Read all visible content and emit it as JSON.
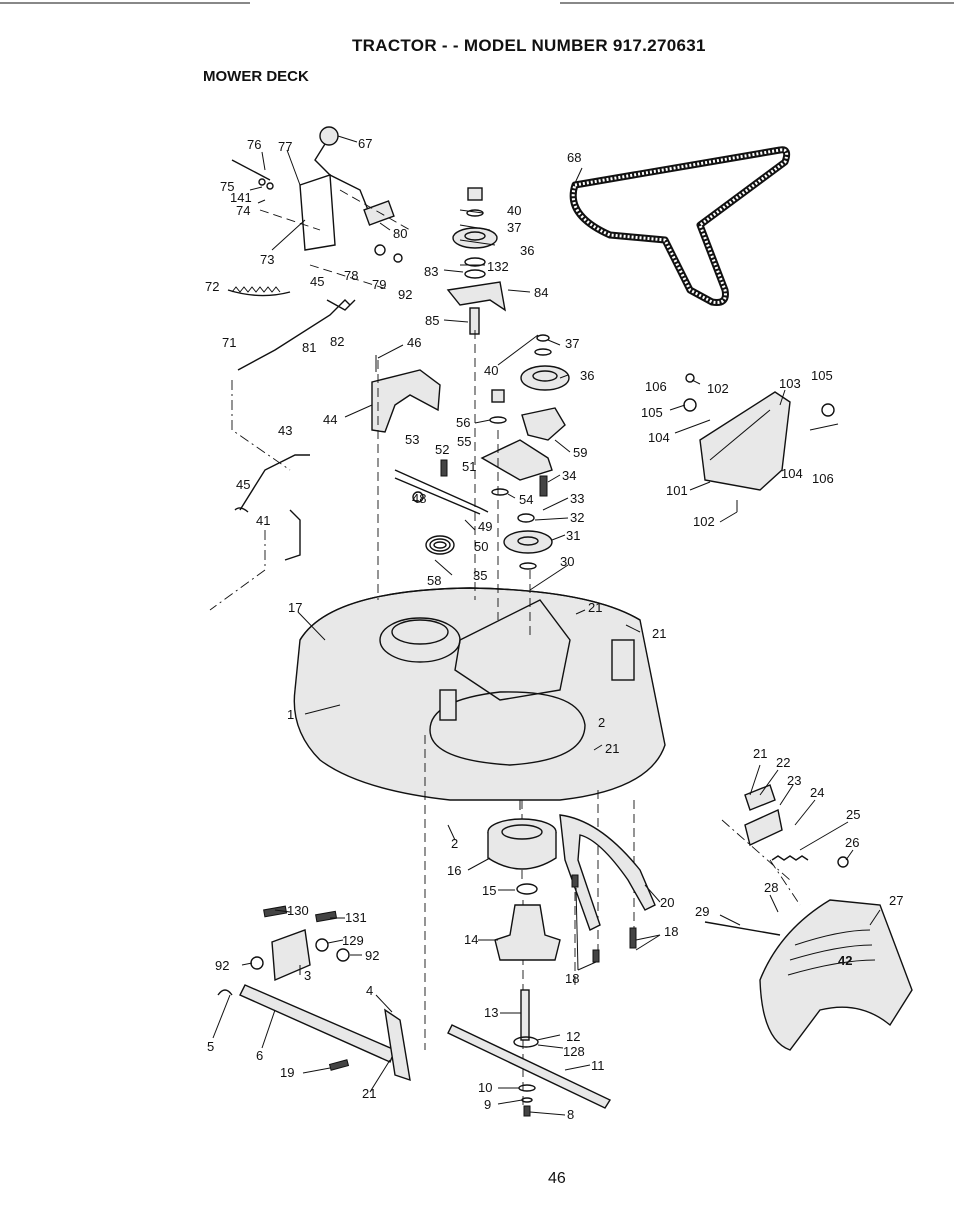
{
  "header": {
    "title": "TRACTOR - - MODEL NUMBER 917.270631",
    "section": "MOWER DECK"
  },
  "footer": {
    "page_number": "46"
  },
  "callouts": [
    {
      "id": "c76",
      "text": "76"
    },
    {
      "id": "c77",
      "text": "77"
    },
    {
      "id": "c67",
      "text": "67"
    },
    {
      "id": "c75",
      "text": "75"
    },
    {
      "id": "c141",
      "text": "141"
    },
    {
      "id": "c74",
      "text": "74"
    },
    {
      "id": "c73",
      "text": "73"
    },
    {
      "id": "c80",
      "text": "80"
    },
    {
      "id": "c78",
      "text": "78"
    },
    {
      "id": "c79",
      "text": "79"
    },
    {
      "id": "c92a",
      "text": "92"
    },
    {
      "id": "c72",
      "text": "72"
    },
    {
      "id": "c45a",
      "text": "45"
    },
    {
      "id": "c71",
      "text": "71"
    },
    {
      "id": "c81",
      "text": "81"
    },
    {
      "id": "c82",
      "text": "82"
    },
    {
      "id": "c40a",
      "text": "40"
    },
    {
      "id": "c37a",
      "text": "37"
    },
    {
      "id": "c36a",
      "text": "36"
    },
    {
      "id": "c83",
      "text": "83"
    },
    {
      "id": "c132",
      "text": "132"
    },
    {
      "id": "c84",
      "text": "84"
    },
    {
      "id": "c85",
      "text": "85"
    },
    {
      "id": "c68",
      "text": "68"
    },
    {
      "id": "c46",
      "text": "46"
    },
    {
      "id": "c44",
      "text": "44"
    },
    {
      "id": "c37b",
      "text": "37"
    },
    {
      "id": "c40b",
      "text": "40"
    },
    {
      "id": "c36b",
      "text": "36"
    },
    {
      "id": "c56",
      "text": "56"
    },
    {
      "id": "c59",
      "text": "59"
    },
    {
      "id": "c43",
      "text": "43"
    },
    {
      "id": "c53",
      "text": "53"
    },
    {
      "id": "c52",
      "text": "52"
    },
    {
      "id": "c55",
      "text": "55"
    },
    {
      "id": "c51",
      "text": "51"
    },
    {
      "id": "c34",
      "text": "34"
    },
    {
      "id": "c54",
      "text": "54"
    },
    {
      "id": "c33",
      "text": "33"
    },
    {
      "id": "c45b",
      "text": "45"
    },
    {
      "id": "c48",
      "text": "48"
    },
    {
      "id": "c49",
      "text": "49"
    },
    {
      "id": "c32",
      "text": "32"
    },
    {
      "id": "c41",
      "text": "41"
    },
    {
      "id": "c31",
      "text": "31"
    },
    {
      "id": "c50",
      "text": "50"
    },
    {
      "id": "c30",
      "text": "30"
    },
    {
      "id": "c58",
      "text": "58"
    },
    {
      "id": "c35",
      "text": "35"
    },
    {
      "id": "c106a",
      "text": "106"
    },
    {
      "id": "c102a",
      "text": "102"
    },
    {
      "id": "c103",
      "text": "103"
    },
    {
      "id": "c105a",
      "text": "105"
    },
    {
      "id": "c105b",
      "text": "105"
    },
    {
      "id": "c104a",
      "text": "104"
    },
    {
      "id": "c104b",
      "text": "104"
    },
    {
      "id": "c106b",
      "text": "106"
    },
    {
      "id": "c101",
      "text": "101"
    },
    {
      "id": "c102b",
      "text": "102"
    },
    {
      "id": "c17",
      "text": "17"
    },
    {
      "id": "c21a",
      "text": "21"
    },
    {
      "id": "c21b",
      "text": "21"
    },
    {
      "id": "c1",
      "text": "1"
    },
    {
      "id": "c2a",
      "text": "2"
    },
    {
      "id": "c21c",
      "text": "21"
    },
    {
      "id": "c21d",
      "text": "21"
    },
    {
      "id": "c22",
      "text": "22"
    },
    {
      "id": "c23",
      "text": "23"
    },
    {
      "id": "c24",
      "text": "24"
    },
    {
      "id": "c25",
      "text": "25"
    },
    {
      "id": "c26",
      "text": "26"
    },
    {
      "id": "c2b",
      "text": "2"
    },
    {
      "id": "c16",
      "text": "16"
    },
    {
      "id": "c15",
      "text": "15"
    },
    {
      "id": "c20",
      "text": "20"
    },
    {
      "id": "c28",
      "text": "28"
    },
    {
      "id": "c27",
      "text": "27"
    },
    {
      "id": "c29",
      "text": "29"
    },
    {
      "id": "c130",
      "text": "130"
    },
    {
      "id": "c131",
      "text": "131"
    },
    {
      "id": "c129",
      "text": "129"
    },
    {
      "id": "c92b",
      "text": "92"
    },
    {
      "id": "c92c",
      "text": "92"
    },
    {
      "id": "c3",
      "text": "3"
    },
    {
      "id": "c14",
      "text": "14"
    },
    {
      "id": "c18a",
      "text": "18"
    },
    {
      "id": "c18b",
      "text": "18"
    },
    {
      "id": "c4",
      "text": "4"
    },
    {
      "id": "c5",
      "text": "5"
    },
    {
      "id": "c6",
      "text": "6"
    },
    {
      "id": "c13",
      "text": "13"
    },
    {
      "id": "c12",
      "text": "12"
    },
    {
      "id": "c128",
      "text": "128"
    },
    {
      "id": "c19",
      "text": "19"
    },
    {
      "id": "c11",
      "text": "11"
    },
    {
      "id": "c21e",
      "text": "21"
    },
    {
      "id": "c10",
      "text": "10"
    },
    {
      "id": "c9",
      "text": "9"
    },
    {
      "id": "c8",
      "text": "8"
    }
  ],
  "logo": {
    "text": "42"
  }
}
